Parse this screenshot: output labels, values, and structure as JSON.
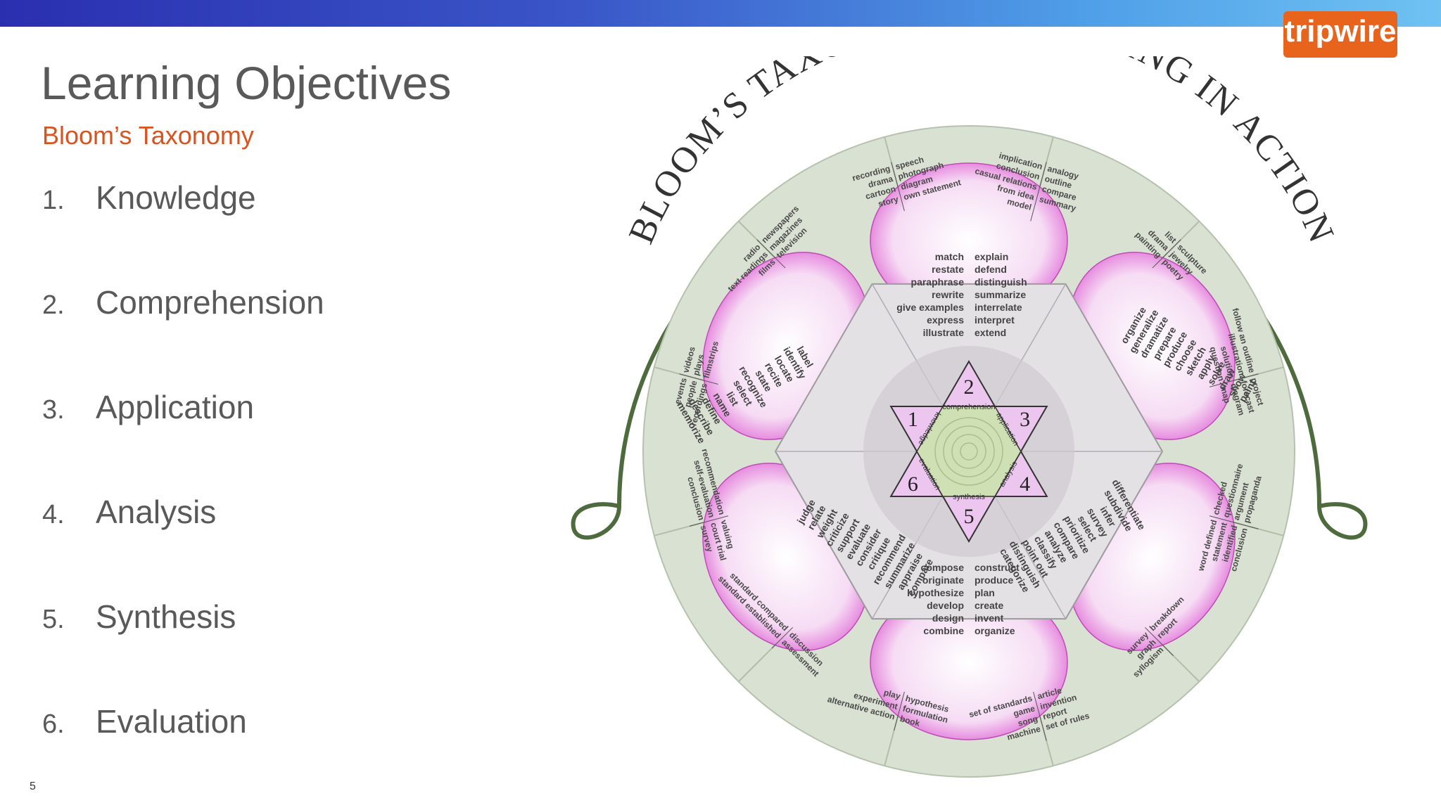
{
  "header": {
    "logo_text": "tripwire"
  },
  "slide": {
    "title": "Learning Objectives",
    "subtitle": "Bloom’s Taxonomy",
    "items": [
      {
        "num": "1.",
        "label": "Knowledge"
      },
      {
        "num": "2.",
        "label": "Comprehension"
      },
      {
        "num": "3.",
        "label": "Application"
      },
      {
        "num": "4.",
        "label": "Analysis"
      },
      {
        "num": "5.",
        "label": "Synthesis"
      },
      {
        "num": "6.",
        "label": "Evaluation"
      }
    ],
    "page_number": "5"
  },
  "colors": {
    "accent": "#d9531e",
    "logo": "#e8641c",
    "wheel": "#d7dfcf",
    "arch": "#4e6b3e",
    "petal": "#e98be2"
  },
  "diagram": {
    "arc_title": "BLOOM’S TAXONOMY - LEARNING IN ACTION",
    "numbers": [
      "1",
      "2",
      "3",
      "4",
      "5",
      "6"
    ],
    "level_labels": [
      "knowledge",
      "comprehension",
      "application",
      "analysis",
      "synthesis",
      "evaluation"
    ],
    "verbs_top_left": [
      "match",
      "restate",
      "paraphrase",
      "rewrite",
      "give examples",
      "express",
      "illustrate"
    ],
    "verbs_top_right": [
      "explain",
      "defend",
      "distinguish",
      "summarize",
      "interrelate",
      "interpret",
      "extend"
    ],
    "verbs_bottom_left": [
      "compose",
      "originate",
      "hypothesize",
      "develop",
      "design",
      "combine"
    ],
    "verbs_bottom_right": [
      "construct",
      "produce",
      "plan",
      "create",
      "invent",
      "organize"
    ],
    "verbs_knowledge": [
      "label",
      "identify",
      "locate",
      "recite",
      "state",
      "recognize",
      "select",
      "list",
      "name",
      "define",
      "describe",
      "memorize"
    ],
    "verbs_application": [
      "organize",
      "generalize",
      "dramatize",
      "prepare",
      "produce",
      "choose",
      "sketch",
      "apply",
      "solve",
      "draw",
      "show",
      "paint"
    ],
    "verbs_analysis": [
      "differentiate",
      "subdivide",
      "infer",
      "survey",
      "select",
      "prioritize",
      "compare",
      "analyze",
      "classify",
      "point out",
      "distinguish",
      "categorize"
    ],
    "verbs_evaluation": [
      "judge",
      "relate",
      "weight",
      "criticize",
      "support",
      "evaluate",
      "consider",
      "critique",
      "recommend",
      "summarize",
      "appraise",
      "compare"
    ],
    "outer_groups": [
      [
        "recording",
        "drama",
        "cartoon",
        "story",
        "speech",
        "photograph",
        "diagram",
        "own statement"
      ],
      [
        "implication",
        "conclusion",
        "casual relations",
        "from idea",
        "model",
        "analogy",
        "outline",
        "compare",
        "summary"
      ],
      [
        "list",
        "drama",
        "painting",
        "sculpture",
        "jewelry",
        "poetry"
      ],
      [
        "follow an outline",
        "illustration",
        "solution",
        "question",
        "project",
        "forecast",
        "diagram",
        "map"
      ],
      [
        "word defined",
        "statement",
        "identified",
        "conclusion",
        "checked",
        "questionnaire",
        "argument",
        "propaganda"
      ],
      [
        "survey",
        "graph",
        "syllogism",
        "breakdown",
        "report"
      ],
      [
        "set of standards",
        "game",
        "song",
        "machine",
        "article",
        "invention",
        "report",
        "set of rules"
      ],
      [
        "play",
        "experiment",
        "alternative action",
        "hypothesis",
        "formulation",
        "book"
      ],
      [
        "standard compared",
        "standard established",
        "discussion",
        "assessment"
      ],
      [
        "recommendation",
        "self-evaluation",
        "conclusion",
        "valuing",
        "court trial",
        "survey"
      ],
      [
        "events",
        "people",
        "recordings",
        "videos",
        "plays",
        "filmstrips"
      ],
      [
        "radio",
        "text readings",
        "films",
        "newspapers",
        "magazines",
        "television"
      ]
    ]
  }
}
